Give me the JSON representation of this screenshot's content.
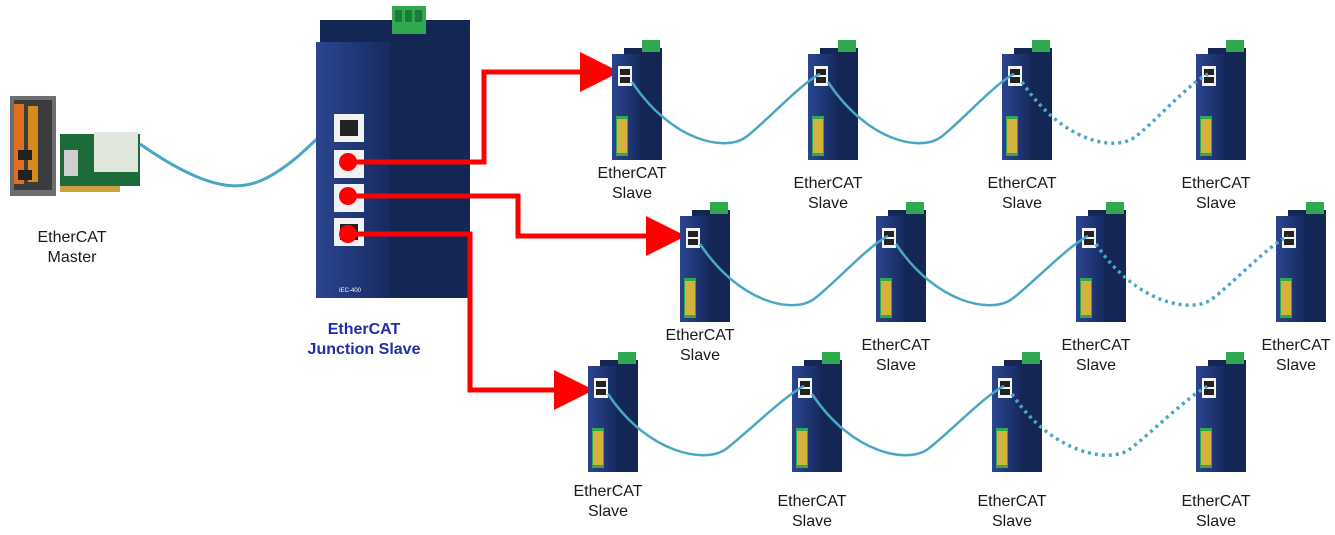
{
  "master": {
    "label_line1": "EtherCAT",
    "label_line2": "Master"
  },
  "junction": {
    "label_line1": "EtherCAT",
    "label_line2": "Junction Slave",
    "label_color": "#1f2fa6",
    "model_text": "IEC-400"
  },
  "slave_label": {
    "line1": "EtherCAT",
    "line2": "Slave"
  },
  "colors": {
    "arrow": "#ff0000",
    "cable": "#4aa7c4",
    "device_body": "#223a78",
    "terminal_green": "#2fa84f"
  },
  "rows": [
    {
      "slaves": 4,
      "last_link_dotted": true
    },
    {
      "slaves": 4,
      "last_link_dotted": true
    },
    {
      "slaves": 4,
      "last_link_dotted": true
    }
  ]
}
